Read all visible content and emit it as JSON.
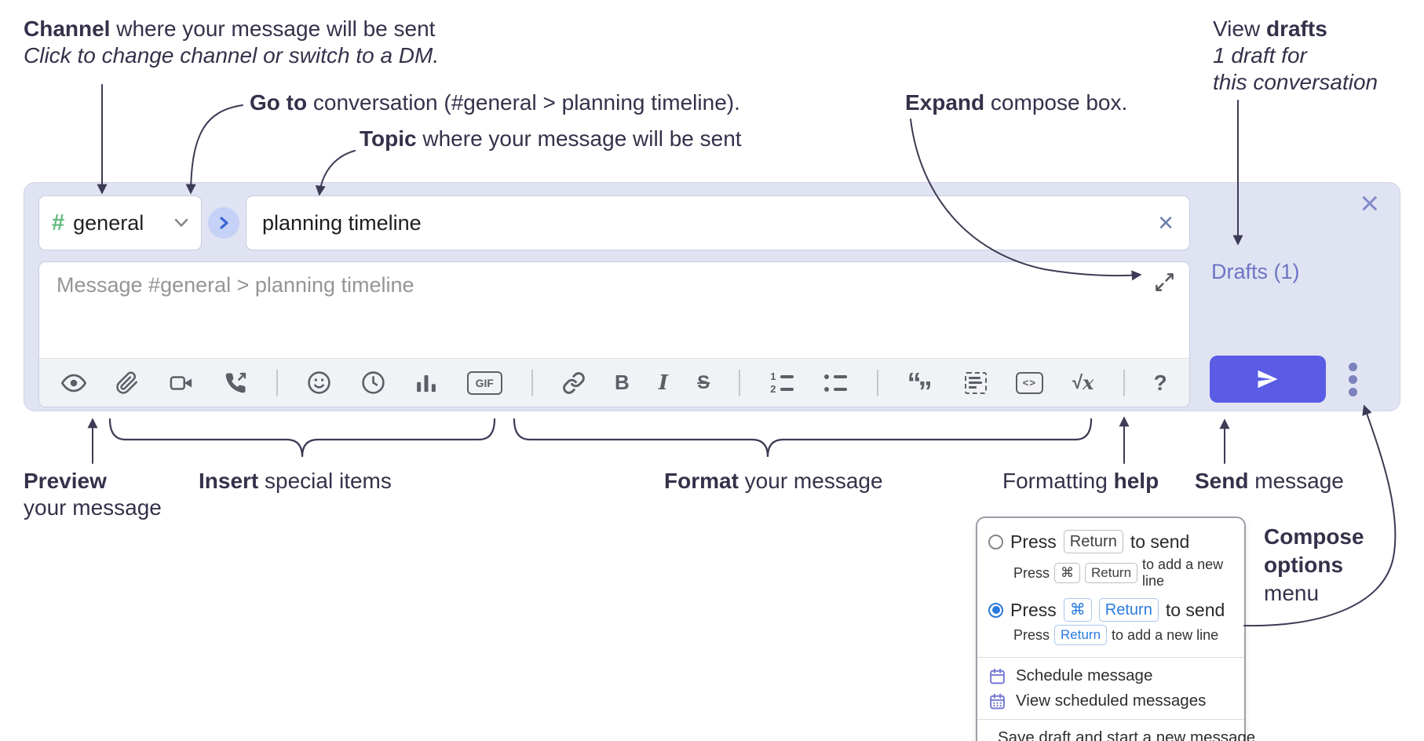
{
  "colors": {
    "annotation_ink": "#34324a",
    "compose_bg": "#e0e3f2",
    "send_button": "#5a5ce6",
    "drafts_link": "#6d75c4",
    "hash_green": "#5fb97f",
    "goto_circle_bg": "#c5d1f6",
    "goto_chevron_blue": "#3a66d9",
    "radio_selected_blue": "#2a7ade",
    "menu_icon_purple": "#7579d1",
    "toolbar_icon_gray": "#5c5f66"
  },
  "annotations": {
    "channel": {
      "lead": "Channel",
      "rest": " where your message will be sent",
      "sub": "Click to change channel or switch to a DM."
    },
    "goto": {
      "lead": "Go to",
      "rest": " conversation (#general > planning timeline)."
    },
    "topic": {
      "lead": "Topic",
      "rest": " where your message will be sent"
    },
    "expand": {
      "lead": "Expand",
      "rest": " compose box."
    },
    "view_drafts": {
      "pre": "View ",
      "lead": "drafts",
      "line2": "1 draft for",
      "line3": "this conversation"
    },
    "preview": {
      "lead": "Preview",
      "line2": "your message"
    },
    "insert": {
      "lead": "Insert",
      "rest": " special items"
    },
    "format": {
      "lead": "Format",
      "rest": " your message"
    },
    "formatting_help": {
      "pre": "Formatting ",
      "lead": "help"
    },
    "send": {
      "lead": "Send",
      "rest": " message"
    },
    "compose_options": {
      "line1": "Compose",
      "line2": "options",
      "line3": "menu"
    }
  },
  "compose": {
    "channel_selector": {
      "hash": "#",
      "label": "general"
    },
    "topic": {
      "value": "planning timeline",
      "clear_glyph": "×"
    },
    "close_glyph": "×",
    "message": {
      "placeholder": "Message #general > planning timeline"
    },
    "drafts_link": "Drafts (1)",
    "toolbar": {
      "gif": "GIF",
      "bold": "B",
      "italic": "I",
      "strike": "S",
      "ol_1": "1",
      "ol_2": "2",
      "quote_open": "“",
      "quote_close": "”",
      "code": "<>",
      "math_radical": "√",
      "math_var": "x",
      "help": "?"
    }
  },
  "menu": {
    "send_options": [
      {
        "main_pre": "Press",
        "main_key_1": "Return",
        "main_post": "to send",
        "sub_pre": "Press",
        "sub_key_1": "⌘",
        "sub_key_2": "Return",
        "sub_post": "to add a new line"
      },
      {
        "main_pre": "Press",
        "main_key_1": "⌘",
        "main_key_2": "Return",
        "main_post": "to send",
        "sub_pre": "Press",
        "sub_key_1": "Return",
        "sub_post": "to add a new line"
      }
    ],
    "items": [
      {
        "label": "Schedule message"
      },
      {
        "label": "View scheduled messages"
      },
      {
        "label": "Save draft and start a new message"
      }
    ]
  }
}
